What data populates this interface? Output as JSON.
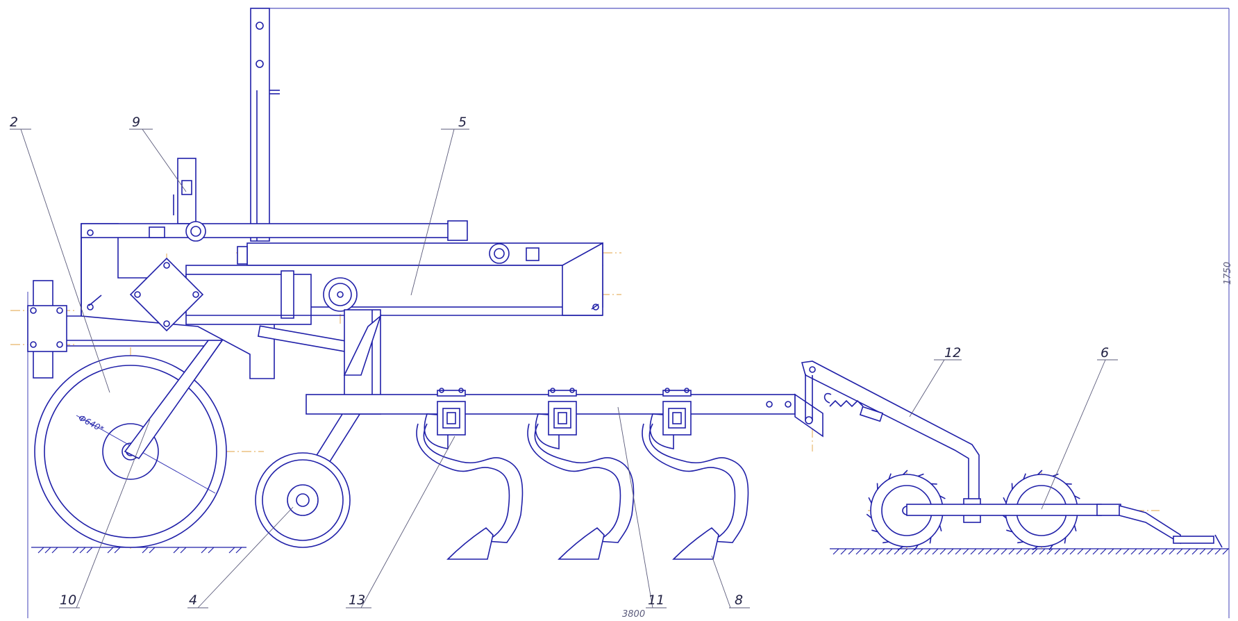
{
  "callouts": {
    "c2": "2",
    "c9": "9",
    "c5": "5",
    "c12": "12",
    "c6": "6",
    "c10": "10",
    "c4": "4",
    "c13": "13",
    "c11": "11",
    "c8": "8"
  },
  "dimensions": {
    "wheel_diameter": "Ф640*",
    "overall_length": "3800",
    "overall_height": "1750"
  },
  "colors": {
    "line": "#1f1fa8",
    "centerline": "#e0a040"
  }
}
